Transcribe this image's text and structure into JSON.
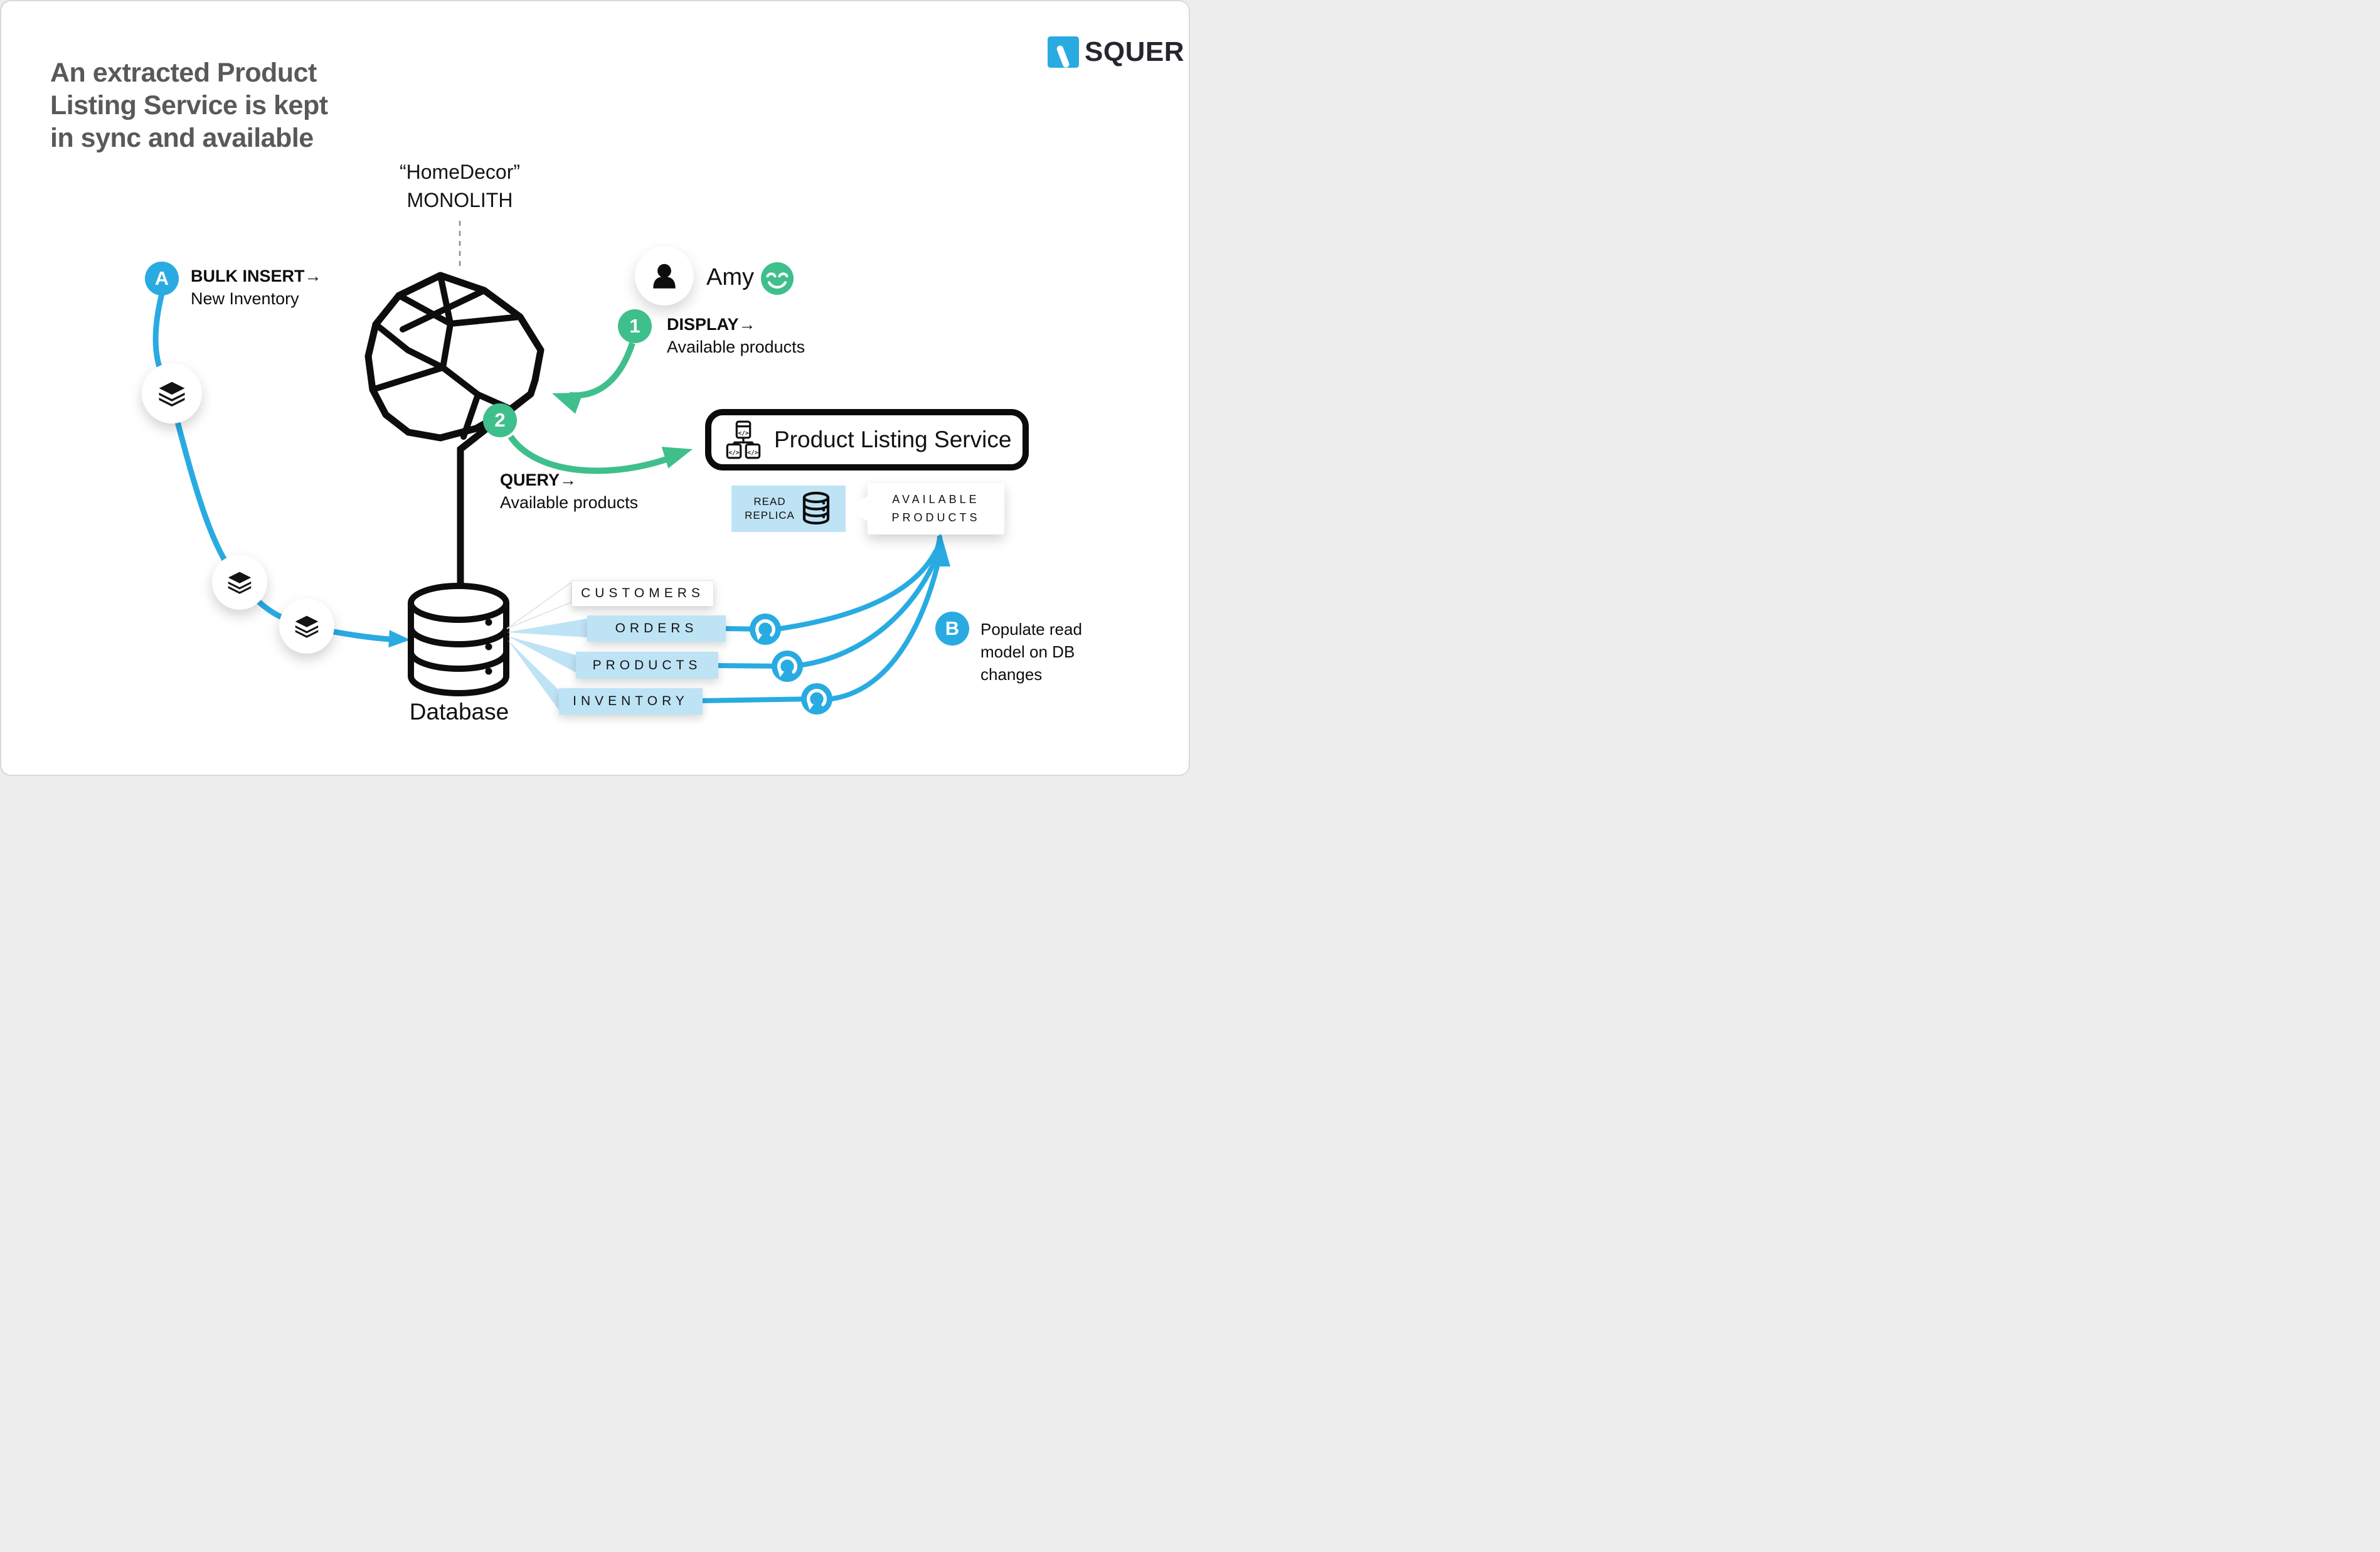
{
  "brand": {
    "logo_text": "SQUER"
  },
  "title": {
    "lines": [
      "An extracted Product",
      "Listing Service is kept",
      "in sync and available"
    ]
  },
  "monolith": {
    "name_line": "“HomeDecor”",
    "type_line": "MONOLITH"
  },
  "actor": {
    "name": "Amy"
  },
  "steps": {
    "a": {
      "badge": "A",
      "label": "BULK INSERT→",
      "sublabel": "New Inventory"
    },
    "one": {
      "badge": "1",
      "label": "DISPLAY→",
      "sublabel": "Available products"
    },
    "two": {
      "badge": "2",
      "label": "QUERY→",
      "sublabel": "Available products"
    },
    "b": {
      "badge": "B",
      "note_lines": [
        "Populate read",
        "model on DB",
        "changes"
      ]
    }
  },
  "service": {
    "label": "Product Listing Service"
  },
  "read_replica": {
    "lines": [
      "READ",
      "REPLICA"
    ]
  },
  "available_products": {
    "lines": [
      "AVAILABLE",
      "PRODUCTS"
    ]
  },
  "database": {
    "label": "Database",
    "tables": [
      "CUSTOMERS",
      "ORDERS",
      "PRODUCTS",
      "INVENTORY"
    ]
  },
  "icons": {
    "logo_mark": "squer-square-mark",
    "user": "person-silhouette",
    "smiley": "happy-face",
    "batch": "layer-stack",
    "database": "db-cylinder",
    "replica": "db-cylinder-small",
    "sync": "circular-refresh-arrow",
    "service": "code-services-tree"
  },
  "colors": {
    "blue": "#29ABE2",
    "green": "#3FBF8C",
    "light_blue": "#BEE3F5",
    "title_gray": "#58595B",
    "ink": "#111111"
  }
}
